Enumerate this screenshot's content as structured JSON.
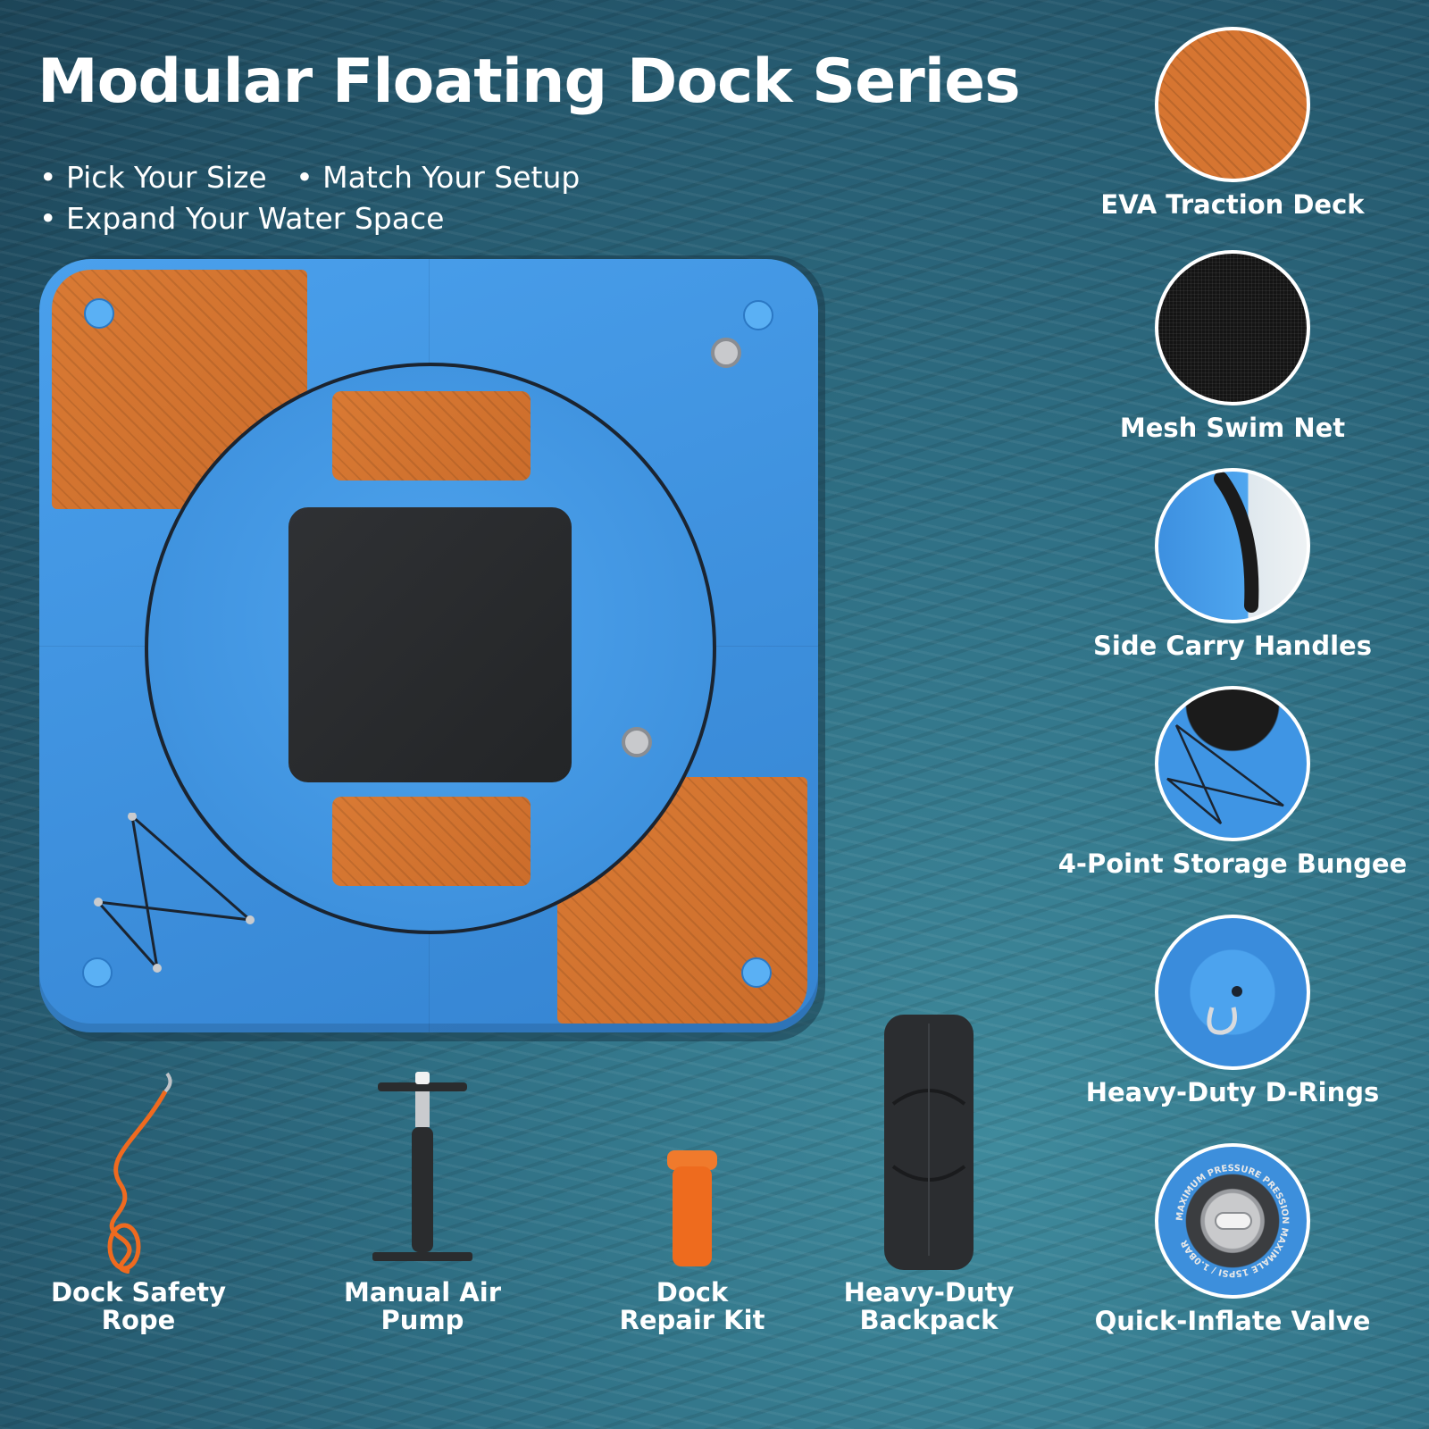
{
  "title": "Modular Floating Dock Series",
  "bullets": [
    "• Pick Your Size",
    "• Match Your Setup",
    "• Expand Your Water Space"
  ],
  "features": [
    {
      "label": "EVA Traction Deck",
      "icon": "eva-deck-swatch"
    },
    {
      "label": "Mesh Swim Net",
      "icon": "mesh-net-swatch"
    },
    {
      "label": "Side Carry Handles",
      "icon": "carry-handle-detail"
    },
    {
      "label": "4-Point Storage Bungee",
      "icon": "bungee-detail"
    },
    {
      "label": "Heavy-Duty D-Rings",
      "icon": "d-ring-detail"
    },
    {
      "label": "Quick-Inflate Valve",
      "icon": "valve-detail"
    }
  ],
  "valve_ring_text": "MAXIMUM PRESSURE PRESSION MAXIMALE 15PSI / 1.0BAR",
  "accessories": [
    {
      "line1": "Dock Safety",
      "line2": "Rope",
      "icon": "safety-rope"
    },
    {
      "line1": "Manual Air",
      "line2": "Pump",
      "icon": "air-pump"
    },
    {
      "line1": "Dock",
      "line2": "Repair Kit",
      "icon": "repair-kit"
    },
    {
      "line1": "Heavy-Duty",
      "line2": "Backpack",
      "icon": "backpack"
    }
  ],
  "colors": {
    "dock_blue": "#3d8fdc",
    "wood_orange": "#d67531",
    "net_black": "#2a2c2e",
    "water": "#2f6f84"
  }
}
